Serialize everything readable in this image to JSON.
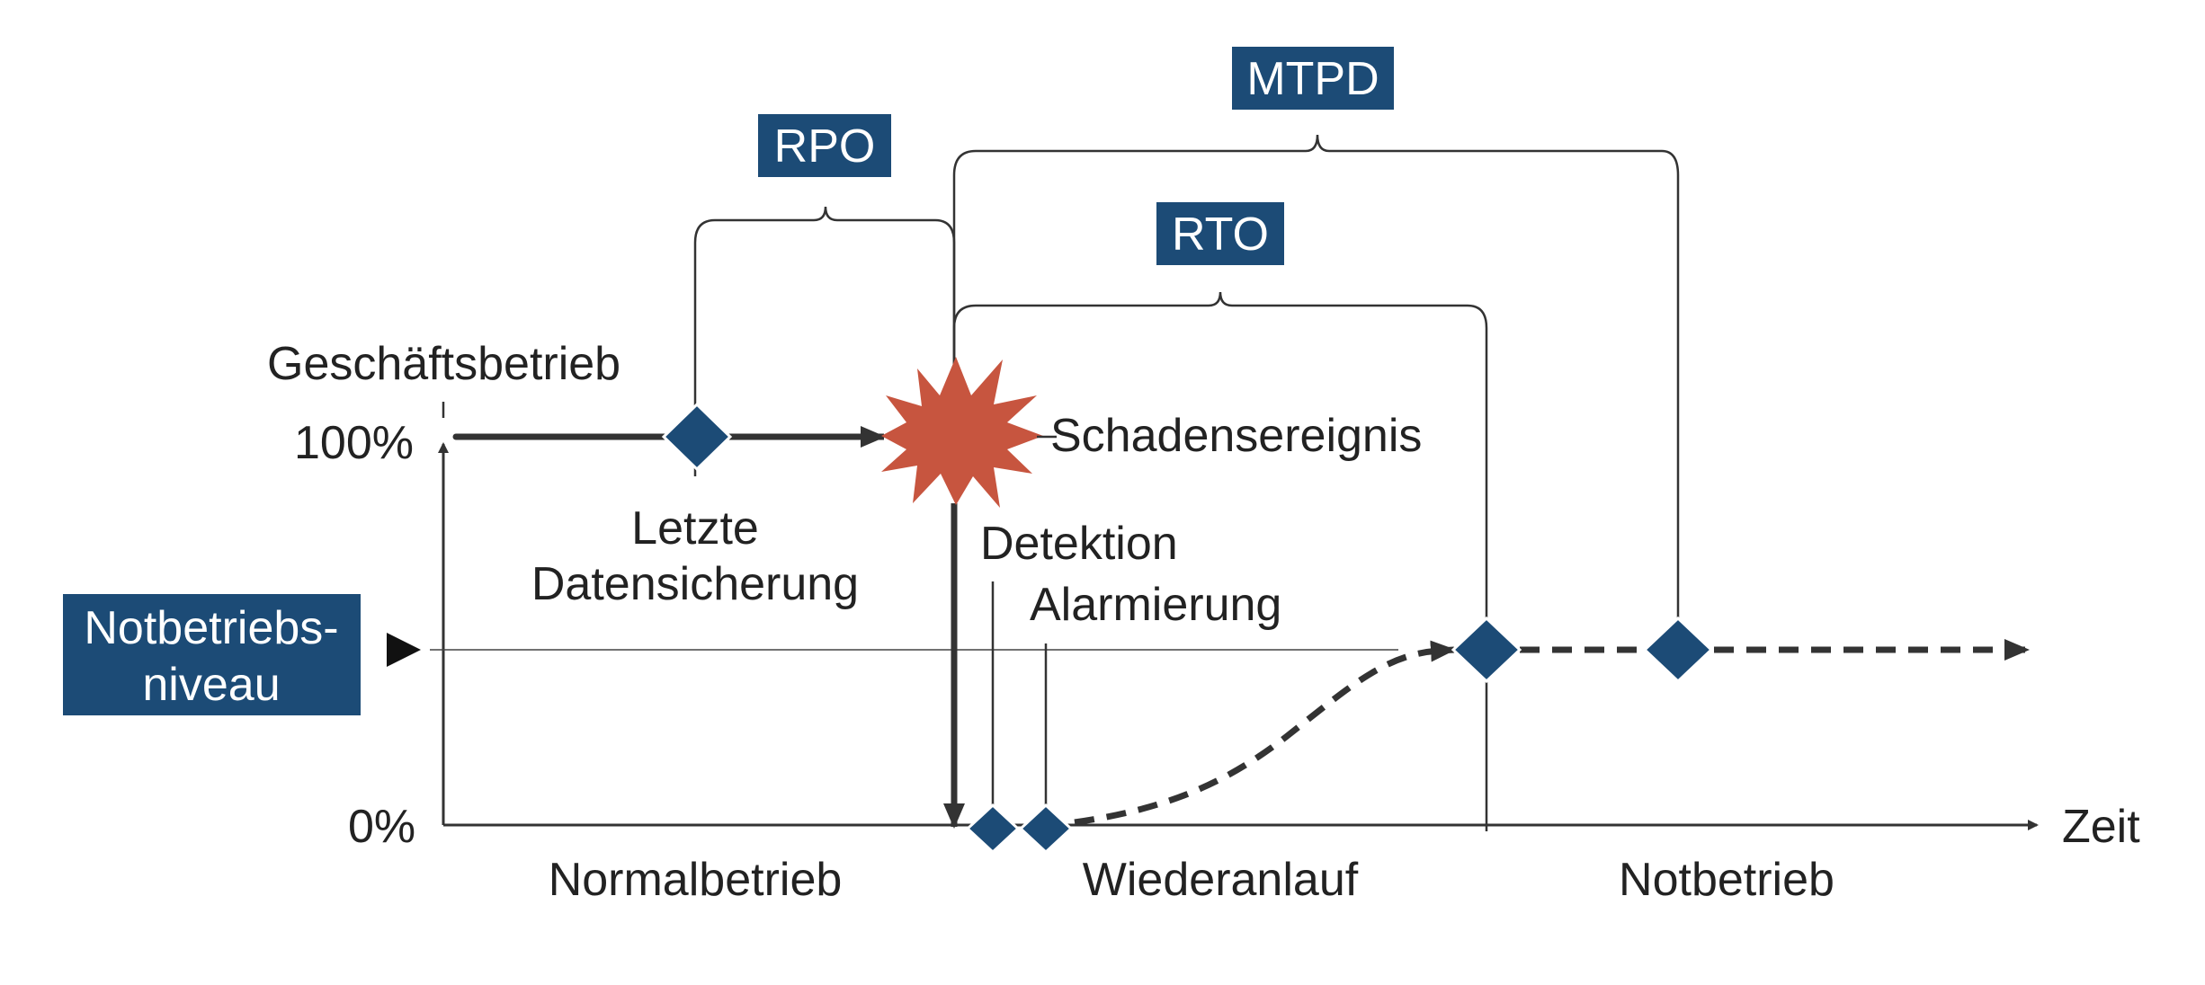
{
  "colors": {
    "box": "#1c4b76",
    "marker": "#1c4b76",
    "ink": "#333333",
    "burst": "#c7553f"
  },
  "brackets": {
    "rpo": "RPO",
    "rto": "RTO",
    "mtpd": "MTPD"
  },
  "axis": {
    "y_title": "Geschäftsbetrieb",
    "y_100": "100%",
    "y_0": "0%",
    "x_title": "Zeit"
  },
  "level_box": {
    "line1": "Notbetriebs-",
    "line2": "niveau"
  },
  "events": {
    "damage": "Schadensereignis",
    "backup_line1": "Letzte",
    "backup_line2": "Datensicherung",
    "detection": "Detektion",
    "alarm": "Alarmierung"
  },
  "phases": {
    "normal": "Normalbetrieb",
    "restart": "Wiederanlauf",
    "emergency": "Notbetrieb"
  }
}
